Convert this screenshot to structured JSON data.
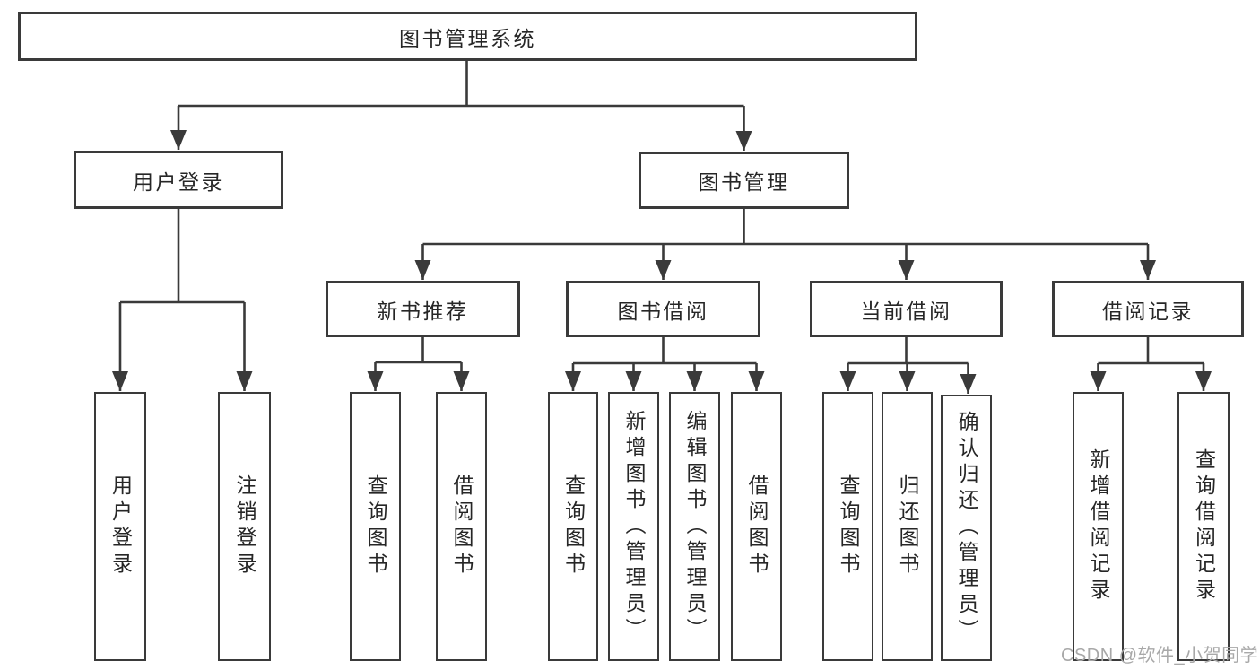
{
  "tree": {
    "root": {
      "label": "图书管理系统"
    },
    "level2": [
      {
        "label": "用户登录"
      },
      {
        "label": "图书管理"
      }
    ],
    "level3": [
      {
        "label": "新书推荐"
      },
      {
        "label": "图书借阅"
      },
      {
        "label": "当前借阅"
      },
      {
        "label": "借阅记录"
      }
    ],
    "leaves": {
      "user_login": [
        {
          "label": "用户登录"
        },
        {
          "label": "注销登录"
        }
      ],
      "new_book": [
        {
          "label": "查询图书"
        },
        {
          "label": "借阅图书"
        }
      ],
      "borrow": [
        {
          "label": "查询图书"
        },
        {
          "label": "新增图书（管理员）"
        },
        {
          "label": "编辑图书（管理员）"
        },
        {
          "label": "借阅图书"
        }
      ],
      "current": [
        {
          "label": "查询图书"
        },
        {
          "label": "归还图书"
        },
        {
          "label": "确认归还（管理员）"
        }
      ],
      "records": [
        {
          "label": "新增借阅记录"
        },
        {
          "label": "查询借阅记录"
        }
      ]
    }
  },
  "watermark": {
    "text": "CSDN @软件_小贺同学"
  },
  "colors": {
    "line": "#3a3a3a",
    "box_border": "#3a3a3a",
    "text": "#262626",
    "watermark": "#a8a8a8",
    "background": "#ffffff"
  }
}
